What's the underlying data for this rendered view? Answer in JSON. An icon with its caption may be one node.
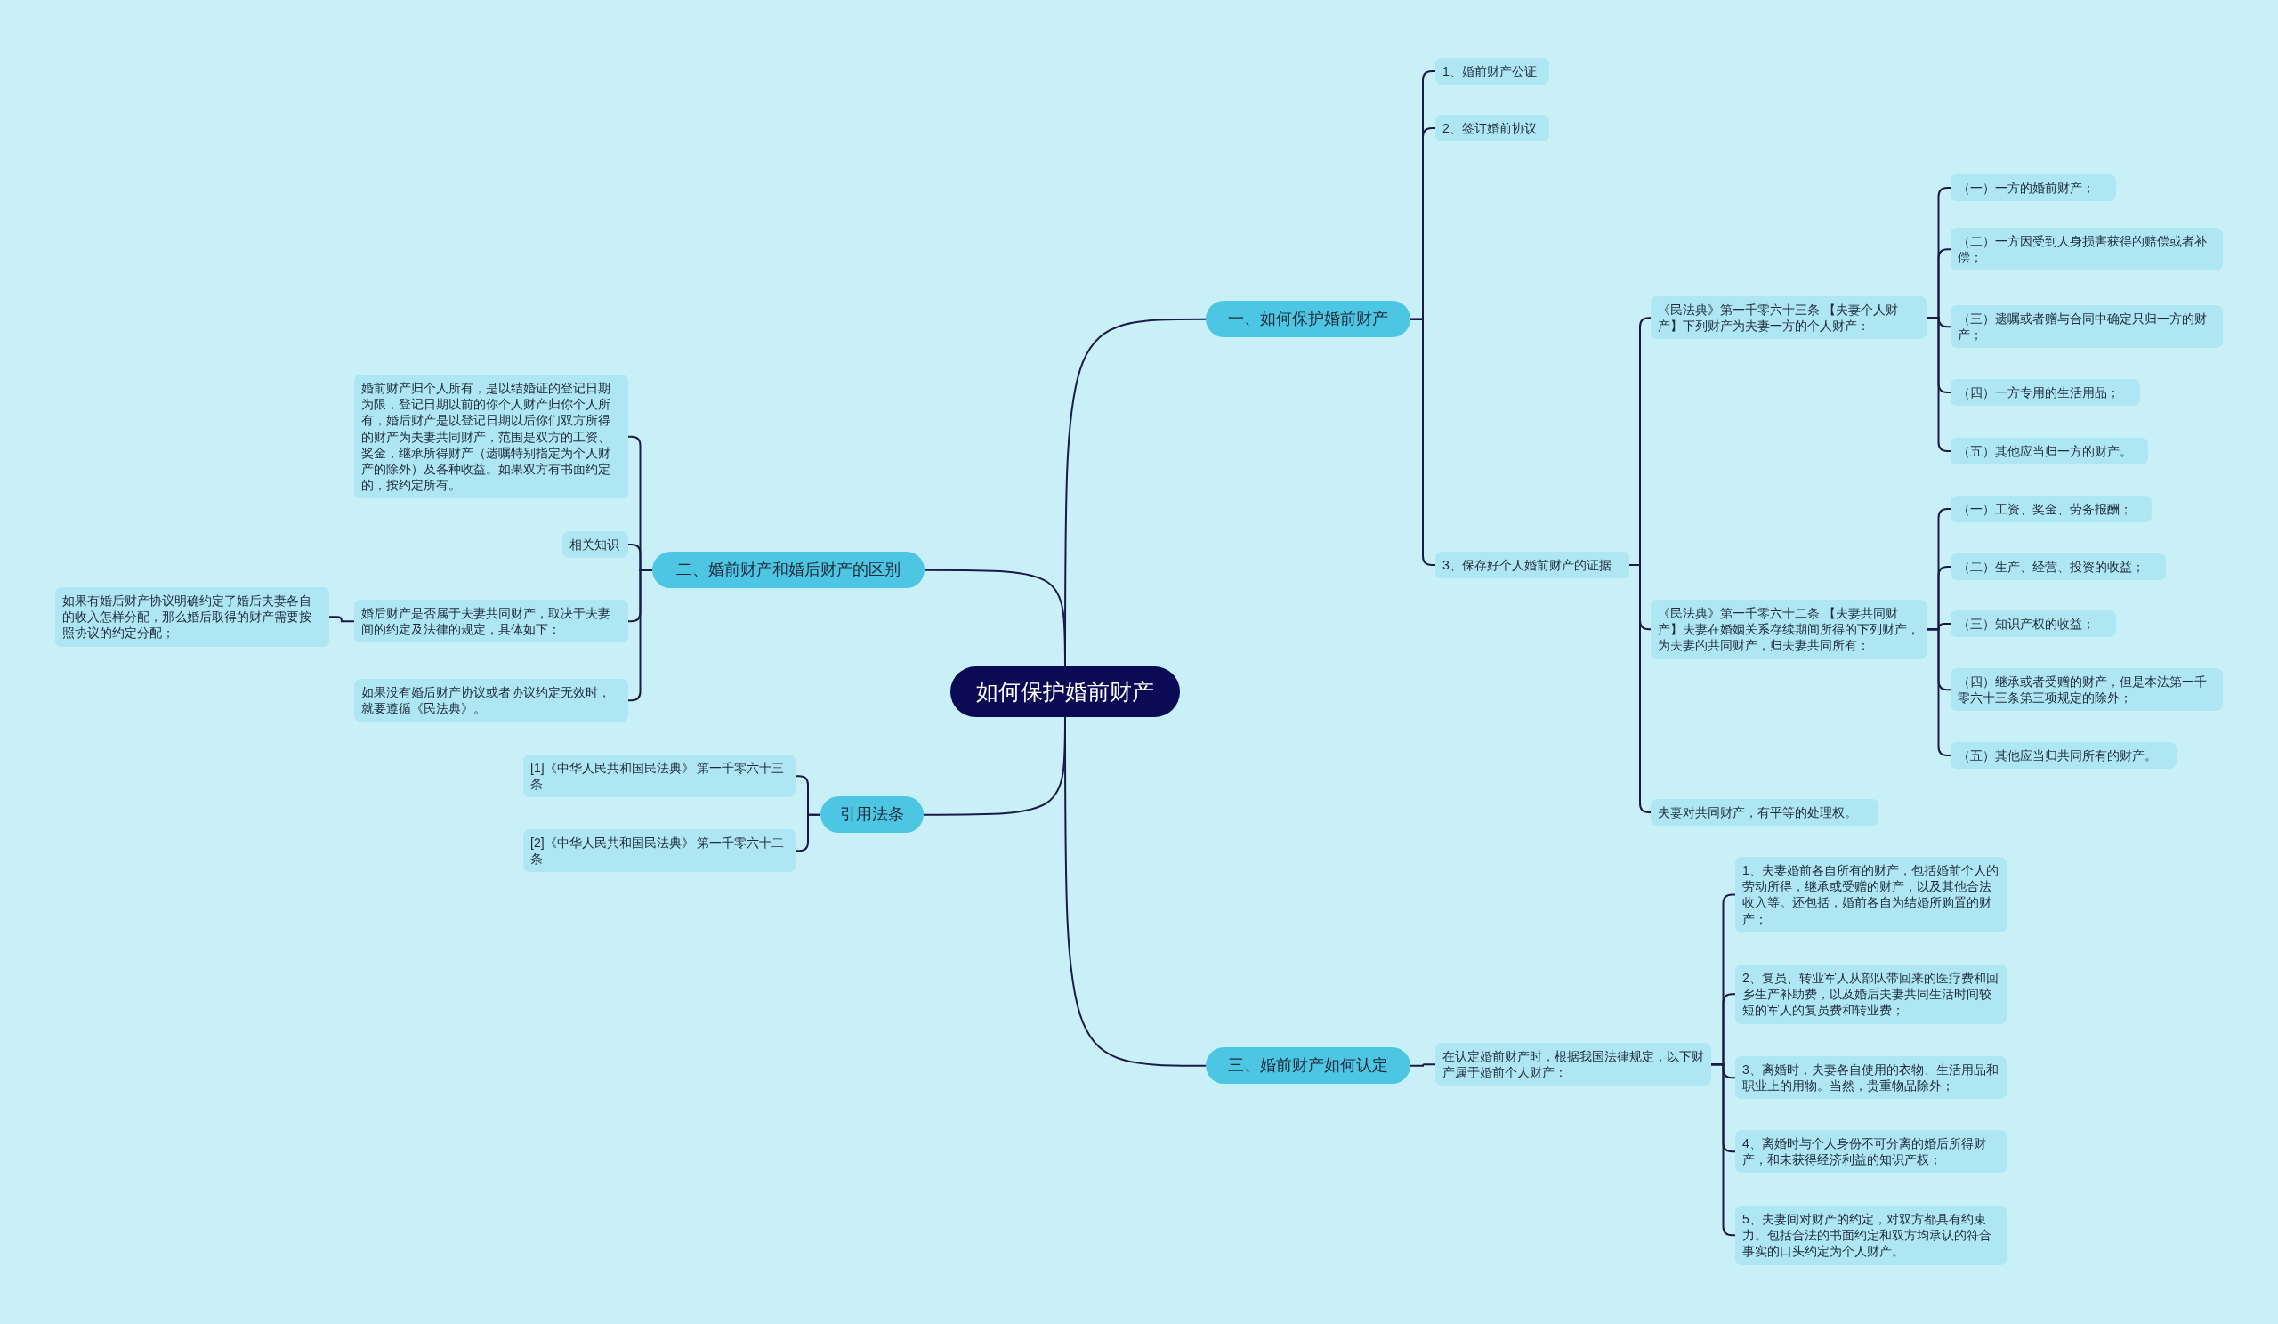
{
  "diagram": {
    "nodes": [
      {
        "text": [
          "如何保护婚前财产"
        ]
      },
      {
        "text": [
          "一、如何保护婚前财产"
        ]
      },
      {
        "text": [
          "1、婚前财产公证"
        ]
      },
      {
        "text": [
          "2、签订婚前协议"
        ]
      },
      {
        "text": [
          "3、保存好个人婚前财产的证据"
        ]
      },
      {
        "text": [
          "《民法典》第一千零六十三条 【夫妻个人财产】下列财产为夫妻一方的个人财产："
        ]
      },
      {
        "text": [
          "（一）一方的婚前财产；"
        ]
      },
      {
        "text": [
          "（二）一方因受到人身损害获得的赔偿或者补偿；"
        ]
      },
      {
        "text": [
          "（三）遗嘱或者赠与合同中确定只归一方的财产；"
        ]
      },
      {
        "text": [
          "（四）一方专用的生活用品；"
        ]
      },
      {
        "text": [
          "（五）其他应当归一方的财产。"
        ]
      },
      {
        "text": [
          "《民法典》第一千零六十二条 【夫妻共同财产】夫妻在婚姻关系存续期间所得的下列财产，为夫妻的共同财产，归夫妻共同所有："
        ]
      },
      {
        "text": [
          "（一）工资、奖金、劳务报酬；"
        ]
      },
      {
        "text": [
          "（二）生产、经营、投资的收益；"
        ]
      },
      {
        "text": [
          "（三）知识产权的收益；"
        ]
      },
      {
        "text": [
          "（四）继承或者受赠的财产，但是本法第一千零六十三条第三项规定的除外；"
        ]
      },
      {
        "text": [
          "（五）其他应当归共同所有的财产。"
        ]
      },
      {
        "text": [
          "夫妻对共同财产，有平等的处理权。"
        ]
      },
      {
        "text": [
          "二、婚前财产和婚后财产的区别"
        ]
      },
      {
        "text": [
          "婚前财产归个人所有，是以结婚证的登记日期为限，登记日期以前的你个人财产归你个人所有，婚后财产是以登记日期以后你们双方所得的财产为夫妻共同财产，范围是双方的工资、奖金，继承所得财产（遗嘱特别指定为个人财产的除外）及各种收益。如果双方有书面约定的，按约定所有。"
        ]
      },
      {
        "text": [
          "相关知识"
        ]
      },
      {
        "text": [
          "婚后财产是否属于夫妻共同财产，取决于夫妻间的约定及法律的规定，具体如下："
        ]
      },
      {
        "text": [
          "如果有婚后财产协议明确约定了婚后夫妻各自的收入怎样分配，那么婚后取得的财产需要按照协议的约定分配；"
        ]
      },
      {
        "text": [
          "如果没有婚后财产协议或者协议约定无效时，就要遵循《民法典》。"
        ]
      },
      {
        "text": [
          "引用法条"
        ]
      },
      {
        "text": [
          "[1]《中华人民共和国民法典》 第一千零六十三条"
        ]
      },
      {
        "text": [
          "[2]《中华人民共和国民法典》 第一千零六十二条"
        ]
      },
      {
        "text": [
          "三、婚前财产如何认定"
        ]
      },
      {
        "text": [
          "在认定婚前财产时，根据我国法律规定，以下财产属于婚前个人财产："
        ]
      },
      {
        "text": [
          "1、夫妻婚前各自所有的财产，包括婚前个人的劳动所得，继承或受赠的财产，以及其他合法收入等。还包括，婚前各自为结婚所购置的财产；"
        ]
      },
      {
        "text": [
          "2、复员、转业军人从部队带回来的医疗费和回乡生产补助费，以及婚后夫妻共同生活时间较短的军人的复员费和转业费；"
        ]
      },
      {
        "text": [
          "3、离婚时，夫妻各自使用的衣物、生活用品和职业上的用物。当然，贵重物品除外；"
        ]
      },
      {
        "text": [
          "4、离婚时与个人身份不可分离的婚后所得财产，和未获得经济利益的知识产权；"
        ]
      },
      {
        "text": [
          "5、夫妻间对财产的约定，对双方都具有约束力。包括合法的书面约定和双方均承认的符合事实的口头约定为个人财产。"
        ]
      }
    ],
    "edges": [
      {
        "from": 0,
        "to": 1,
        "arrow": "none"
      },
      {
        "from": 0,
        "to": 18,
        "arrow": "none"
      },
      {
        "from": 0,
        "to": 24,
        "arrow": "none"
      },
      {
        "from": 0,
        "to": 27,
        "arrow": "none"
      },
      {
        "from": 1,
        "to": 2,
        "arrow": "none"
      },
      {
        "from": 1,
        "to": 3,
        "arrow": "none"
      },
      {
        "from": 1,
        "to": 4,
        "arrow": "none"
      },
      {
        "from": 4,
        "to": 5,
        "arrow": "none"
      },
      {
        "from": 4,
        "to": 11,
        "arrow": "none"
      },
      {
        "from": 4,
        "to": 17,
        "arrow": "none"
      },
      {
        "from": 5,
        "to": 6,
        "arrow": "none"
      },
      {
        "from": 5,
        "to": 7,
        "arrow": "none"
      },
      {
        "from": 5,
        "to": 8,
        "arrow": "none"
      },
      {
        "from": 5,
        "to": 9,
        "arrow": "none"
      },
      {
        "from": 5,
        "to": 10,
        "arrow": "none"
      },
      {
        "from": 11,
        "to": 12,
        "arrow": "none"
      },
      {
        "from": 11,
        "to": 13,
        "arrow": "none"
      },
      {
        "from": 11,
        "to": 14,
        "arrow": "none"
      },
      {
        "from": 11,
        "to": 15,
        "arrow": "none"
      },
      {
        "from": 11,
        "to": 16,
        "arrow": "none"
      },
      {
        "from": 18,
        "to": 19,
        "arrow": "none"
      },
      {
        "from": 18,
        "to": 20,
        "arrow": "none"
      },
      {
        "from": 18,
        "to": 21,
        "arrow": "none"
      },
      {
        "from": 18,
        "to": 23,
        "arrow": "none"
      },
      {
        "from": 21,
        "to": 22,
        "arrow": "none"
      },
      {
        "from": 24,
        "to": 25,
        "arrow": "none"
      },
      {
        "from": 24,
        "to": 26,
        "arrow": "none"
      },
      {
        "from": 27,
        "to": 28,
        "arrow": "none"
      },
      {
        "from": 28,
        "to": 29,
        "arrow": "none"
      },
      {
        "from": 28,
        "to": 30,
        "arrow": "none"
      },
      {
        "from": 28,
        "to": 31,
        "arrow": "none"
      },
      {
        "from": 28,
        "to": 32,
        "arrow": "none"
      },
      {
        "from": 28,
        "to": 33,
        "arrow": "none"
      }
    ]
  }
}
